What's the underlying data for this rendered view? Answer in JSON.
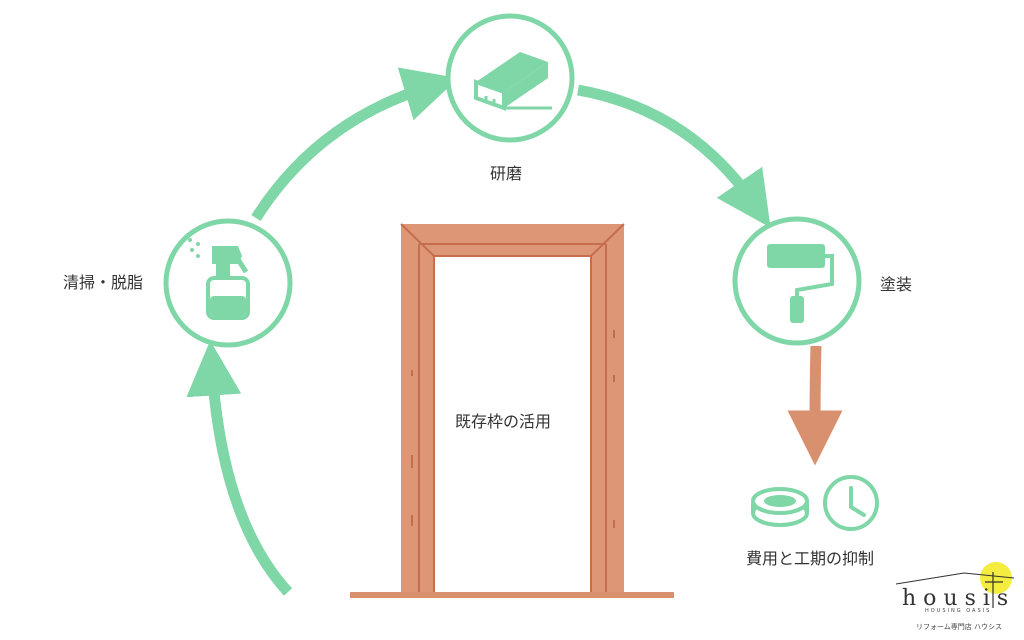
{
  "colors": {
    "green": "#7fd6a6",
    "brown": "#d9906e",
    "frame_outer": "#de9776",
    "frame_line": "#c56e4f",
    "logo_sun": "#f4ec3f"
  },
  "steps": [
    {
      "label": "清掃・脱脂",
      "icon": "spray-bottle-icon"
    },
    {
      "label": "研磨",
      "icon": "sanding-block-icon"
    },
    {
      "label": "塗装",
      "icon": "paint-roller-icon"
    }
  ],
  "center_label": "既存枠の活用",
  "result": {
    "label": "費用と工期の抑制",
    "icons": [
      "coins-icon",
      "clock-icon"
    ]
  },
  "logo": {
    "wordmark": "housis",
    "tagline": "HOUSING OASIS",
    "caption": "リフォーム専門店 ハウシス"
  }
}
